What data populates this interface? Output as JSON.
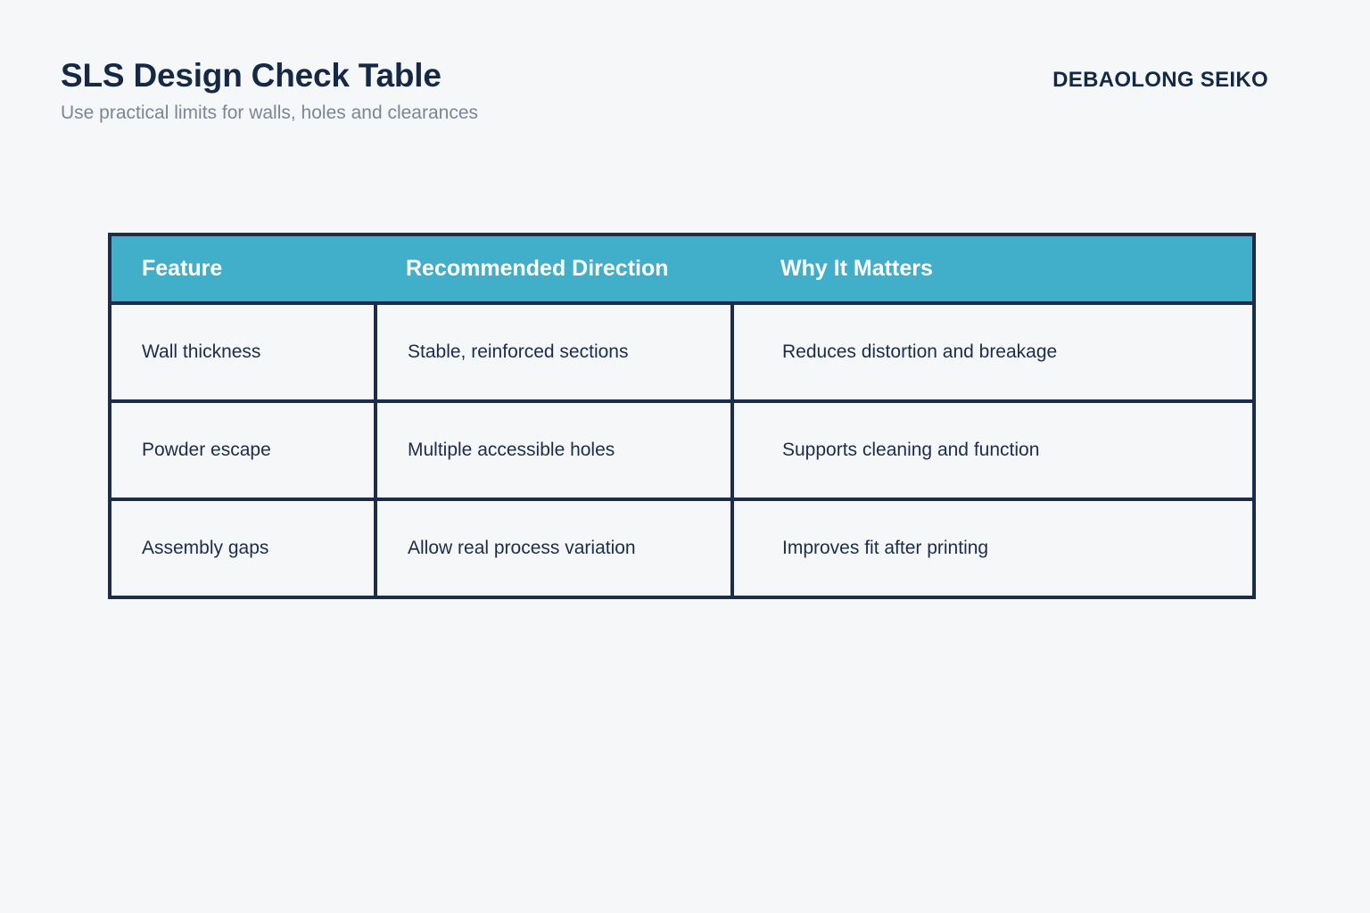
{
  "header": {
    "title": "SLS Design Check Table",
    "subtitle": "Use practical limits for walls, holes and clearances",
    "brand": "DEBAOLONG SEIKO"
  },
  "colors": {
    "background": "#f6f7f9",
    "header_band": "#41afc9",
    "border": "#1b2d4a",
    "title_text": "#152945",
    "subtitle_text": "#7c8694",
    "body_text": "#1b2d4a",
    "header_text": "#ffffff"
  },
  "table": {
    "columns": [
      "Feature",
      "Recommended Direction",
      "Why It Matters"
    ],
    "rows": [
      [
        "Wall thickness",
        "Stable, reinforced sections",
        "Reduces distortion and breakage"
      ],
      [
        "Powder escape",
        "Multiple accessible holes",
        "Supports cleaning and function"
      ],
      [
        "Assembly gaps",
        "Allow real process variation",
        "Improves fit after printing"
      ]
    ]
  }
}
